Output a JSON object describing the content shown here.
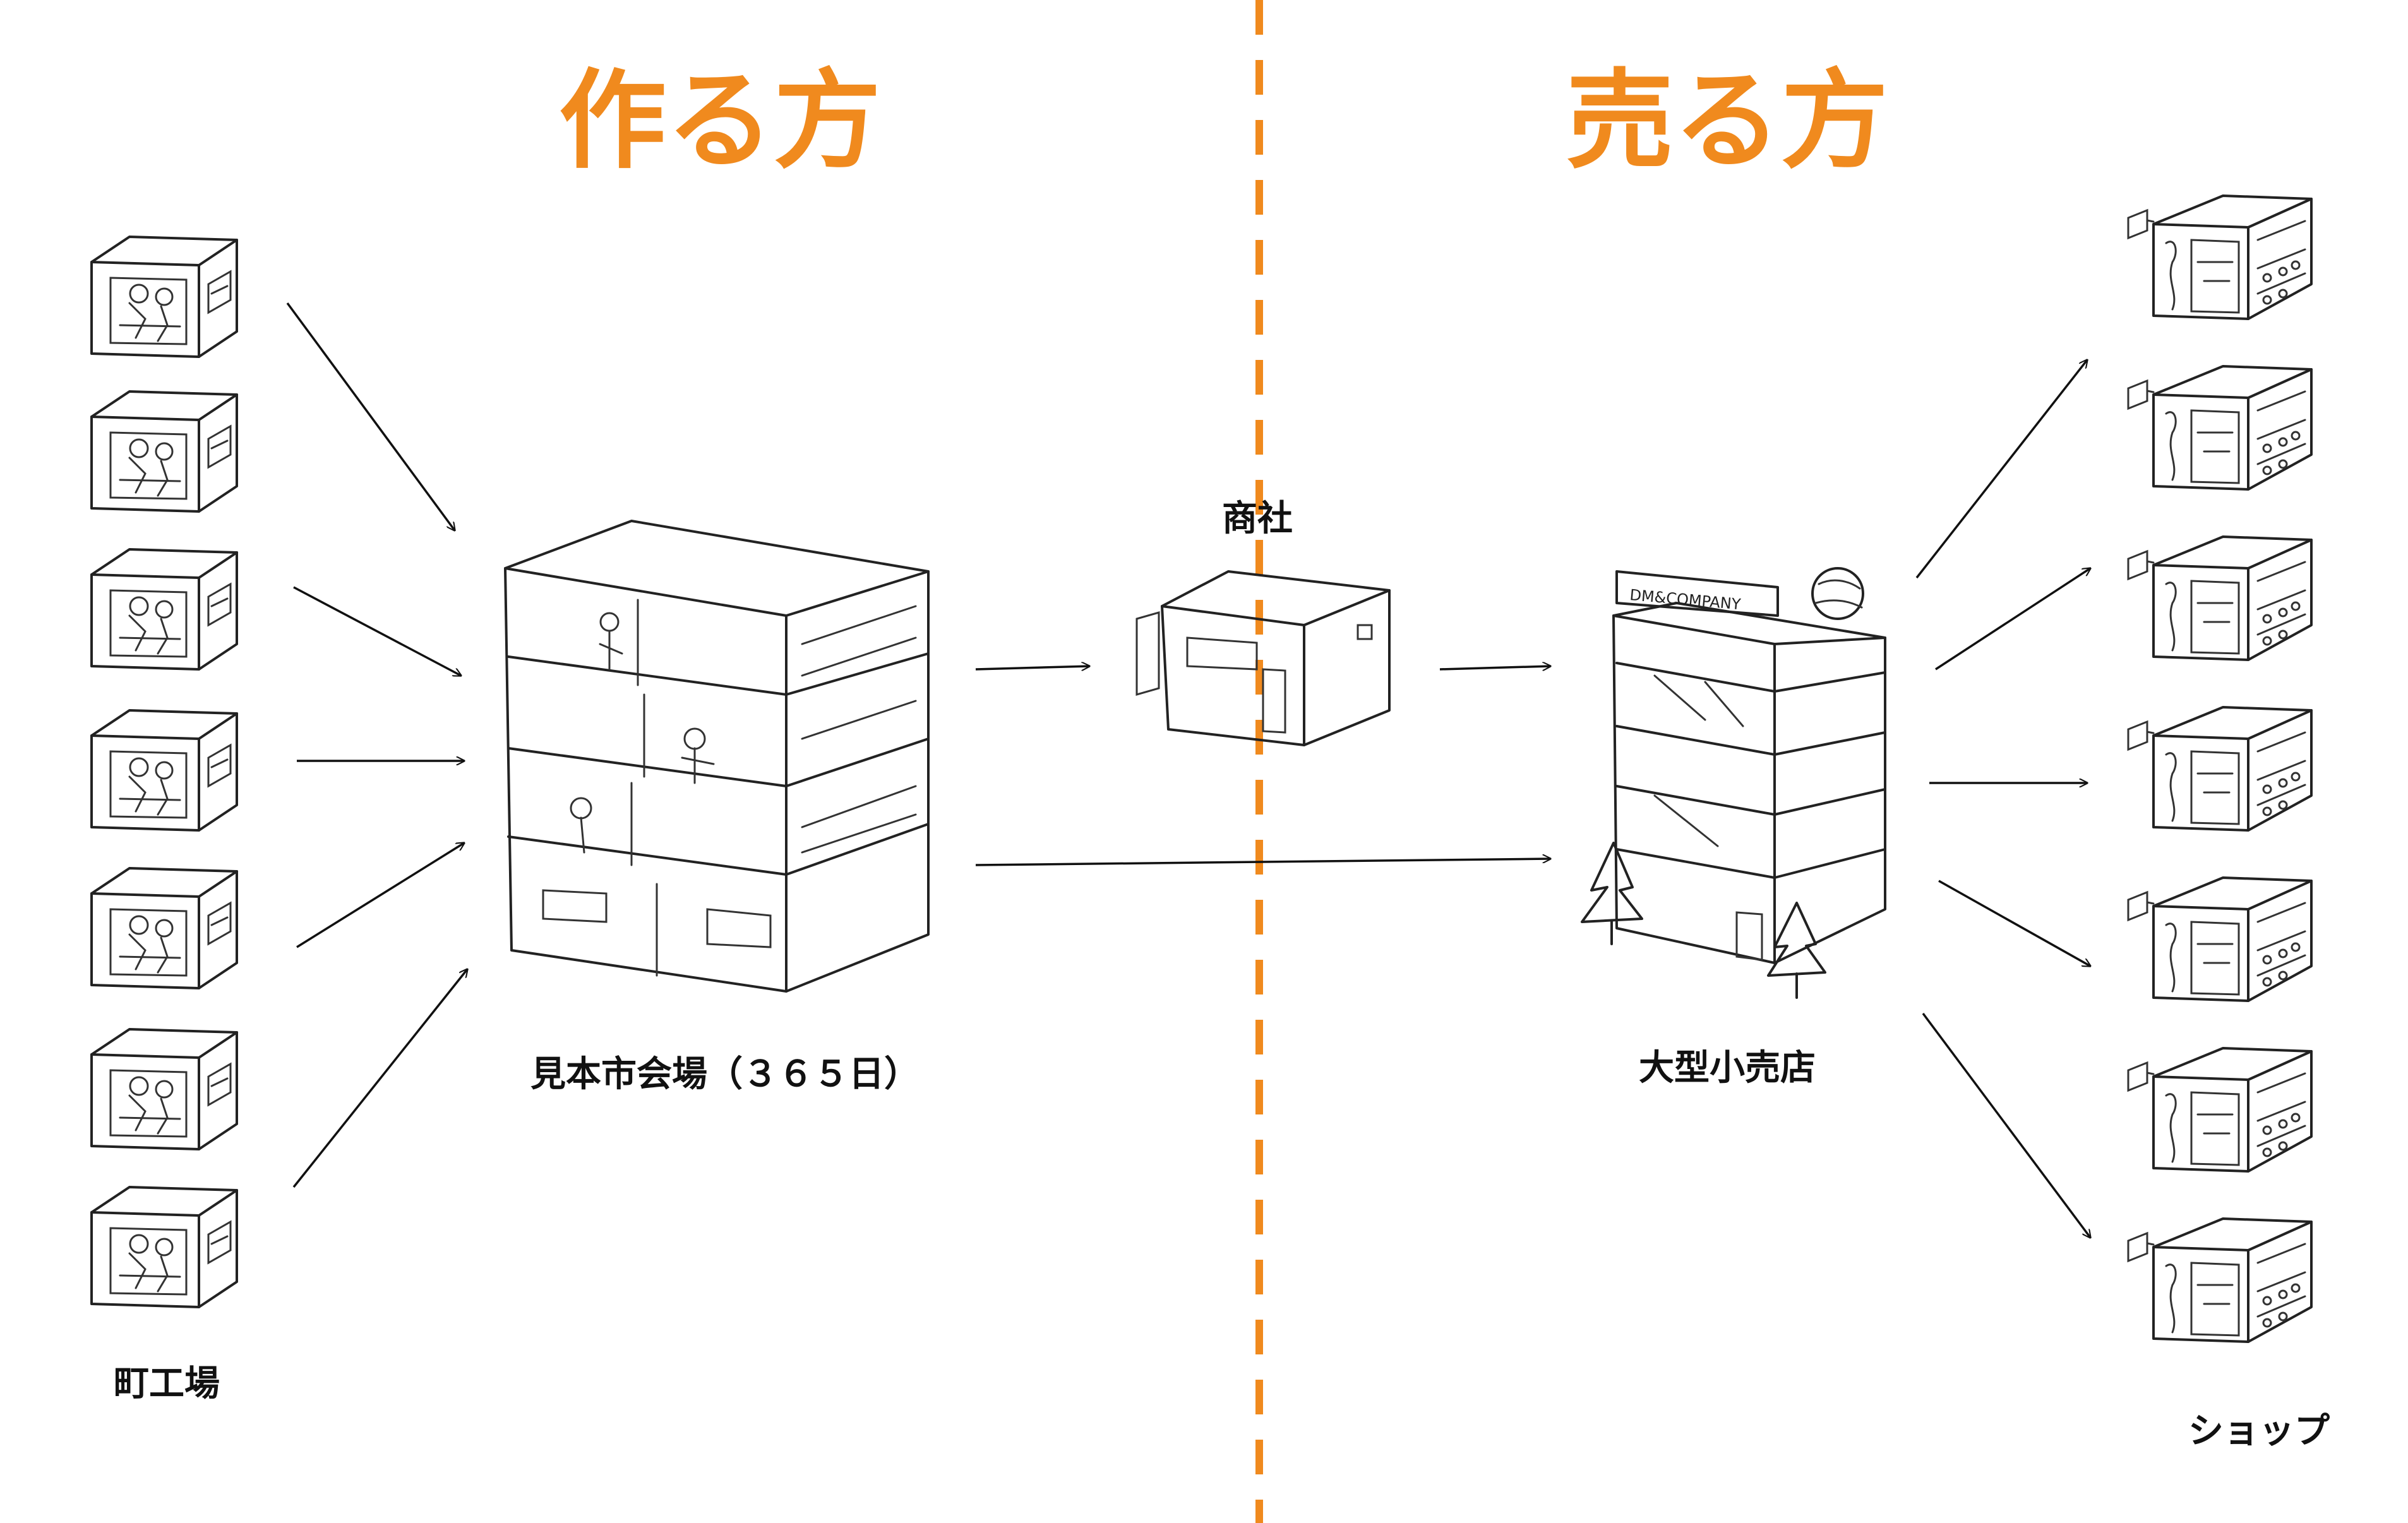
{
  "headings": {
    "make": "作る方",
    "sell": "売る方"
  },
  "labels": {
    "factories": "町工場",
    "showroom": "見本市会場（３６５日）",
    "trading": "商社",
    "retailer": "大型小売店",
    "shops": "ショップ"
  },
  "retailer_sign": "DM&COMPANY",
  "counts": {
    "factories": 7,
    "shops": 7
  },
  "colors": {
    "accent": "#f08a1e",
    "divider": "#f08a1e",
    "ink": "#222222"
  }
}
